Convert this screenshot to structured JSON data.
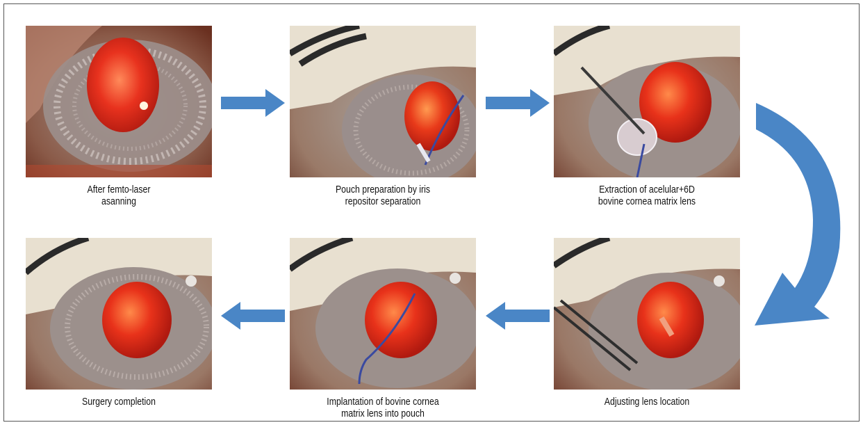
{
  "steps": [
    {
      "line1": "After femto-laser",
      "line2": "asanning",
      "icon": "eye-after-laser-icon"
    },
    {
      "line1": "Pouch preparation by iris",
      "line2": "repositor separation",
      "icon": "eye-pouch-preparation-icon"
    },
    {
      "line1": "Extraction of acelular+6D",
      "line2": "bovine cornea matrix lens",
      "icon": "eye-lens-extraction-icon"
    },
    {
      "line1": "Adjusting lens location",
      "line2": "",
      "icon": "eye-adjusting-lens-icon"
    },
    {
      "line1": "Implantation of bovine cornea",
      "line2": "matrix lens into pouch",
      "icon": "eye-implantation-icon"
    },
    {
      "line1": "Surgery completion",
      "line2": "",
      "icon": "eye-surgery-completion-icon"
    }
  ],
  "colors": {
    "arrow": "#4a86c6",
    "pupil": "#e8321e",
    "iris": "#a89a98",
    "background": "#ffffff"
  }
}
